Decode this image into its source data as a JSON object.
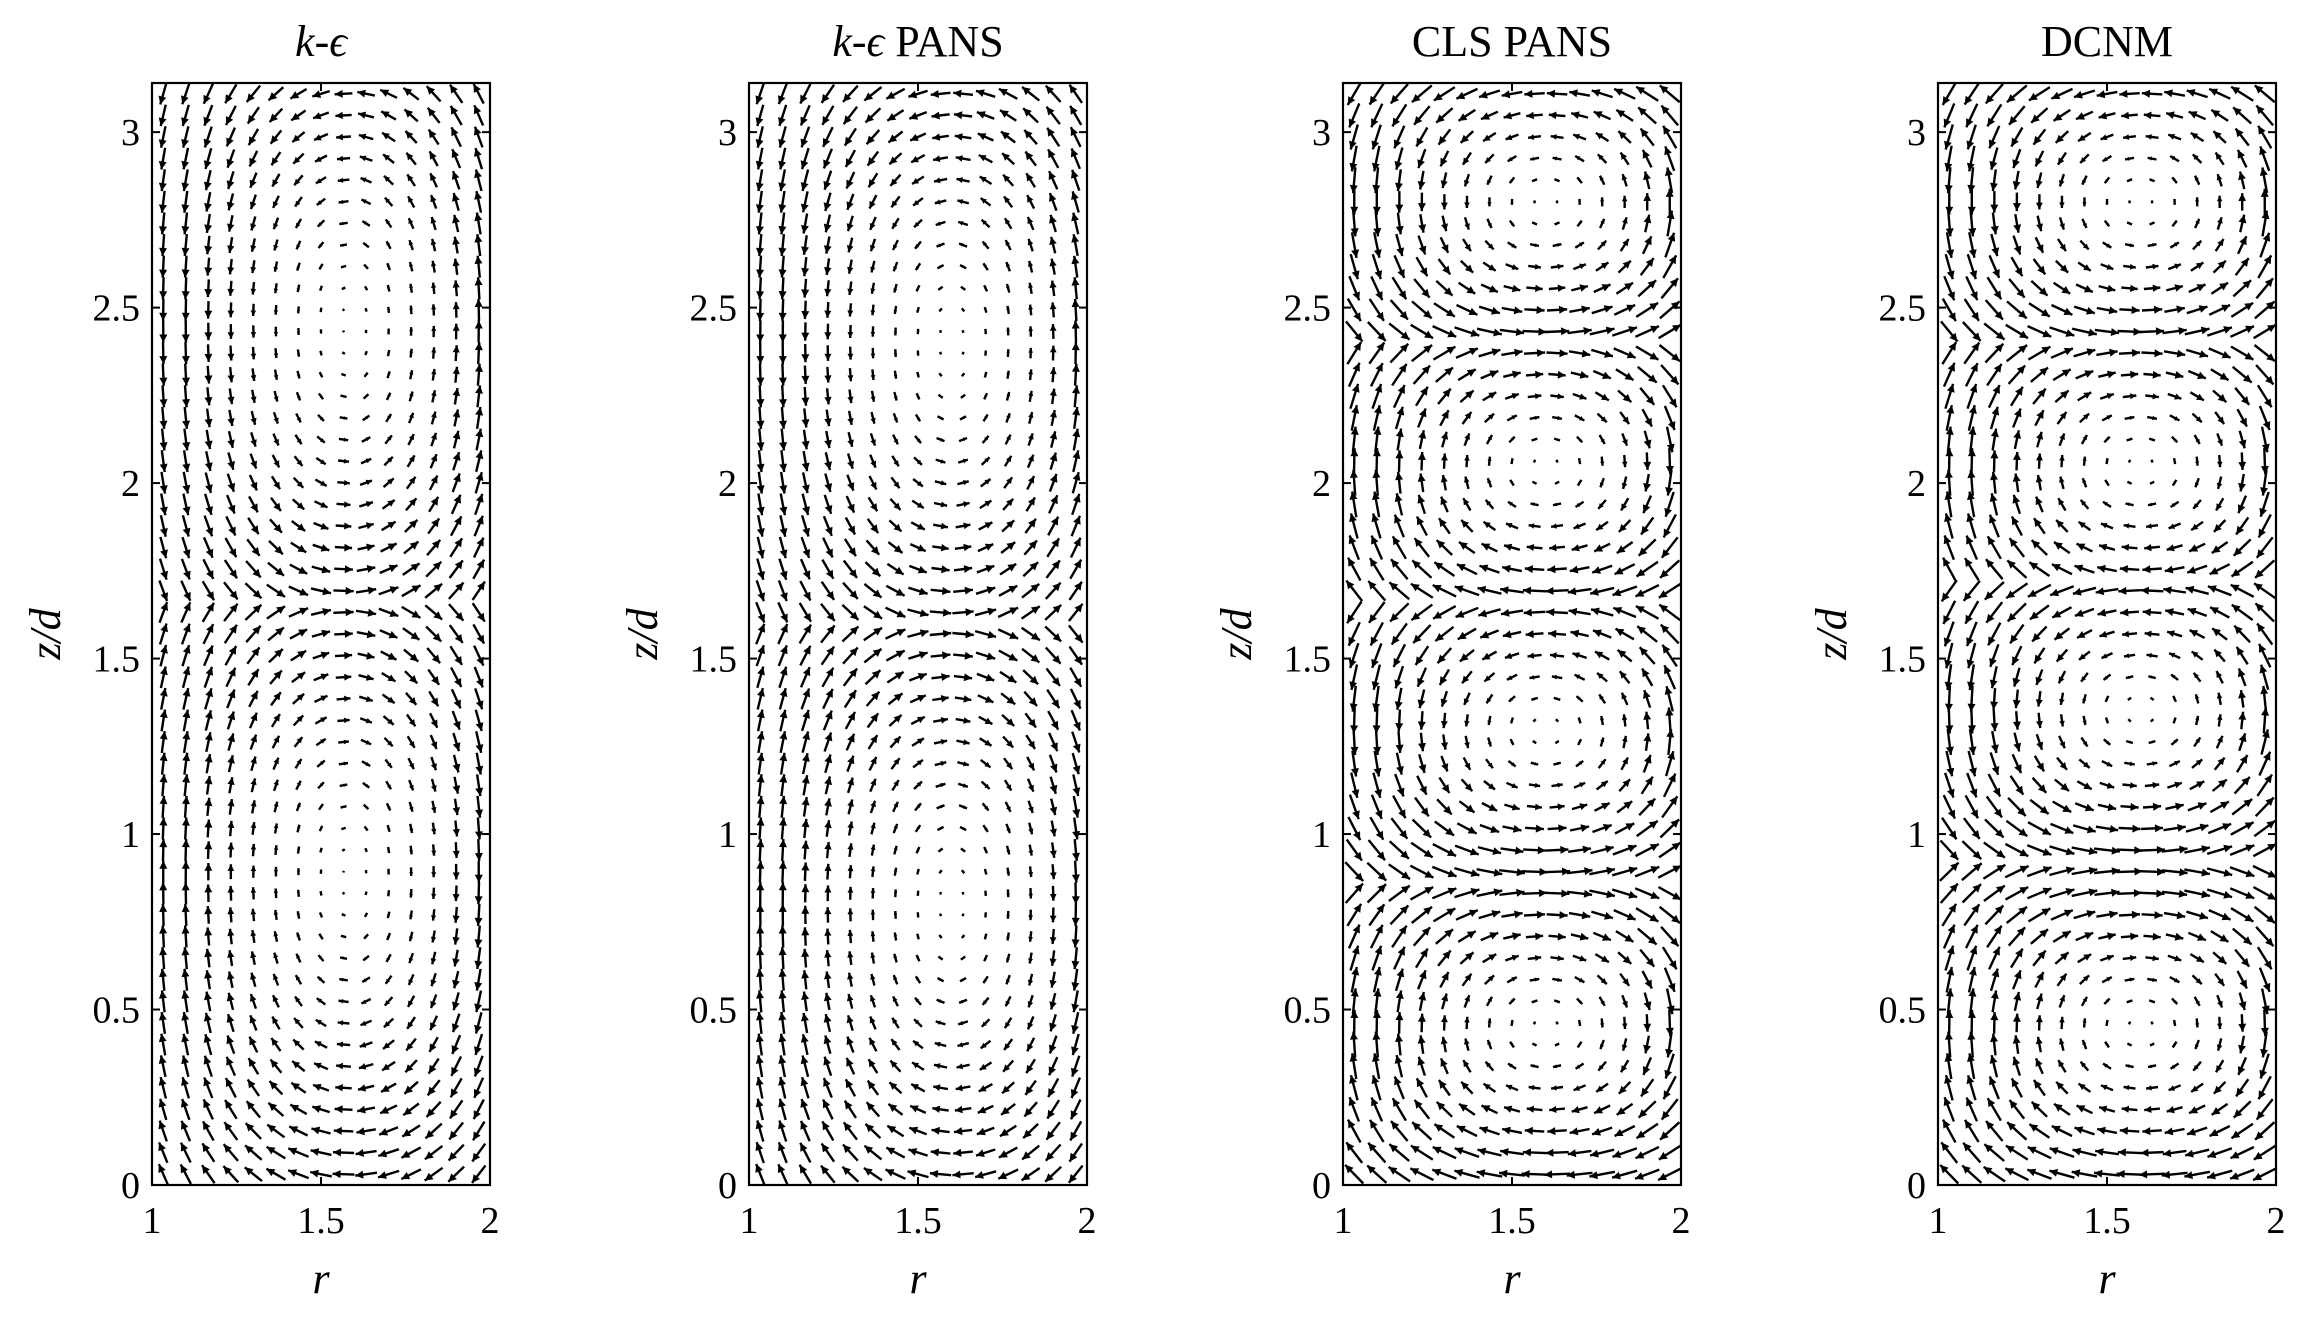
{
  "chart_data": [
    {
      "type": "quiver",
      "title": "k-ϵ",
      "title_italic_part": "k-ϵ",
      "title_rest": "",
      "xlabel": "r",
      "ylabel": "z/d",
      "xlim": [
        1,
        2
      ],
      "ylim": [
        0,
        3.14
      ],
      "xticks": [
        1,
        1.5,
        2
      ],
      "xtick_labels": [
        "1",
        "1.5",
        "2"
      ],
      "yticks": [
        0,
        0.5,
        1,
        1.5,
        2,
        2.5,
        3
      ],
      "ytick_labels": [
        "0",
        "0.5",
        "1",
        "1.5",
        "2",
        "2.5",
        "3"
      ],
      "field": {
        "vortex_centers_z": [
          2.45,
          0.88
        ],
        "vortex_center_r": 1.58,
        "vortex_half_height": 0.78,
        "rotation": [
          1,
          -1
        ],
        "character": "elongated"
      }
    },
    {
      "type": "quiver",
      "title": "k-ϵ PANS",
      "title_italic_part": "k-ϵ",
      "title_rest": " PANS",
      "xlabel": "r",
      "ylabel": "z/d",
      "xlim": [
        1,
        2
      ],
      "ylim": [
        0,
        3.14
      ],
      "xticks": [
        1,
        1.5,
        2
      ],
      "xtick_labels": [
        "1",
        "1.5",
        "2"
      ],
      "yticks": [
        0,
        0.5,
        1,
        1.5,
        2,
        2.5,
        3
      ],
      "ytick_labels": [
        "0",
        "0.5",
        "1",
        "1.5",
        "2",
        "2.5",
        "3"
      ],
      "field": {
        "vortex_centers_z": [
          2.4,
          0.8
        ],
        "vortex_center_r": 1.6,
        "vortex_half_height": 0.75,
        "rotation": [
          1,
          -1
        ],
        "character": "elongated"
      }
    },
    {
      "type": "quiver",
      "title": "CLS PANS",
      "title_italic_part": "",
      "title_rest": "CLS PANS",
      "xlabel": "r",
      "ylabel": "z/d",
      "xlim": [
        1,
        2
      ],
      "ylim": [
        0,
        3.14
      ],
      "xticks": [
        1,
        1.5,
        2
      ],
      "xtick_labels": [
        "1",
        "1.5",
        "2"
      ],
      "yticks": [
        0,
        0.5,
        1,
        1.5,
        2,
        2.5,
        3
      ],
      "ytick_labels": [
        "0",
        "0.5",
        "1",
        "1.5",
        "2",
        "2.5",
        "3"
      ],
      "field": {
        "vortex_centers_z": [
          2.8,
          2.05,
          1.3,
          0.45
        ],
        "vortex_center_r": 1.6,
        "vortex_half_height": 0.38,
        "rotation": [
          1,
          -1,
          1,
          -1
        ],
        "character": "circular"
      }
    },
    {
      "type": "quiver",
      "title": "DCNM",
      "title_italic_part": "",
      "title_rest": "DCNM",
      "xlabel": "r",
      "ylabel": "z/d",
      "xlim": [
        1,
        2
      ],
      "ylim": [
        0,
        3.14
      ],
      "xticks": [
        1,
        1.5,
        2
      ],
      "xtick_labels": [
        "1",
        "1.5",
        "2"
      ],
      "yticks": [
        0,
        0.5,
        1,
        1.5,
        2,
        2.5,
        3
      ],
      "ytick_labels": [
        "0",
        "0.5",
        "1",
        "1.5",
        "2",
        "2.5",
        "3"
      ],
      "field": {
        "vortex_centers_z": [
          2.8,
          2.05,
          1.35,
          0.45
        ],
        "vortex_center_r": 1.6,
        "vortex_half_height": 0.38,
        "rotation": [
          1,
          -1,
          1,
          -1
        ],
        "character": "circular"
      }
    }
  ],
  "colors": {
    "arrow": "#000000",
    "axes": "#000000",
    "background": "#ffffff"
  }
}
